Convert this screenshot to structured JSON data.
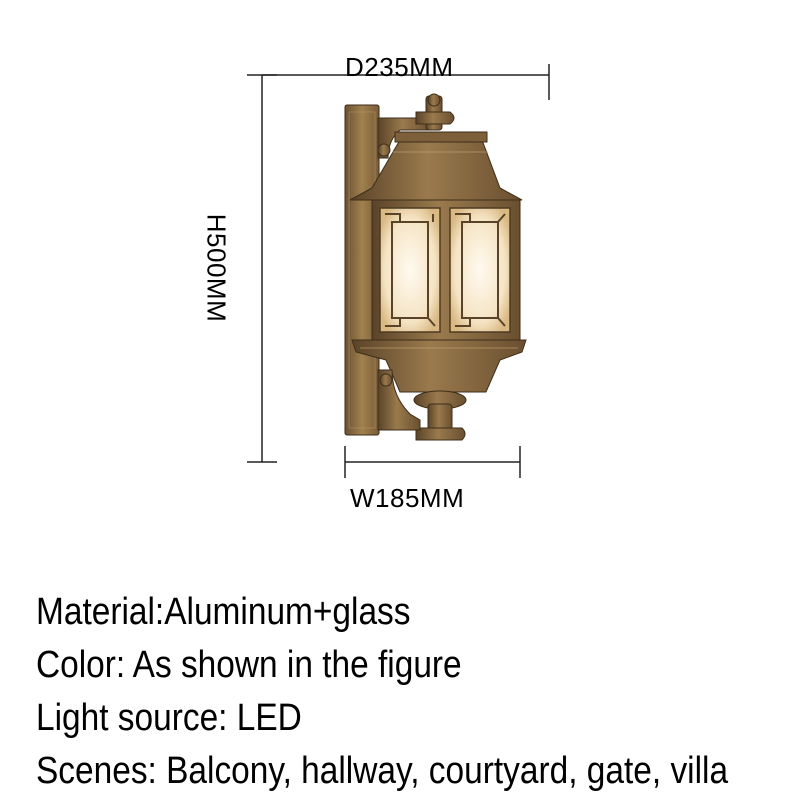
{
  "dimensions": {
    "depth": "D235MM",
    "height": "H500MM",
    "width": "W185MM"
  },
  "specs": [
    "Material:Aluminum+glass",
    "Color: As shown in the figure",
    "Light source: LED",
    "Scenes: Balcony, hallway, courtyard, gate, villa"
  ],
  "colors": {
    "bronze": "#8a6a3f",
    "bronze_dark": "#4e3a22",
    "glass_glow": "#f7ead0",
    "dimension_line": "#222222"
  }
}
